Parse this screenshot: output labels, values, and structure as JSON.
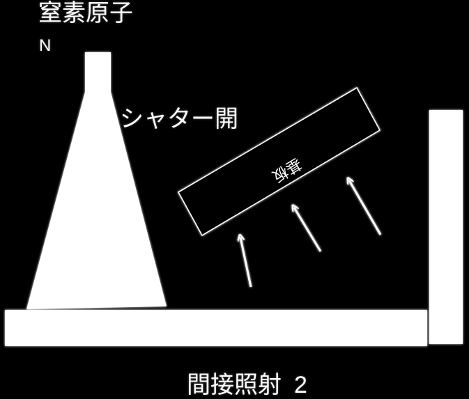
{
  "labels": {
    "title": "窒素原子",
    "symbol": "N",
    "shutter": "シャター開",
    "substrate": "基板",
    "caption_text": "間接照射",
    "caption_num": "2"
  },
  "colors": {
    "background": "#000000",
    "foreground": "#ffffff"
  }
}
